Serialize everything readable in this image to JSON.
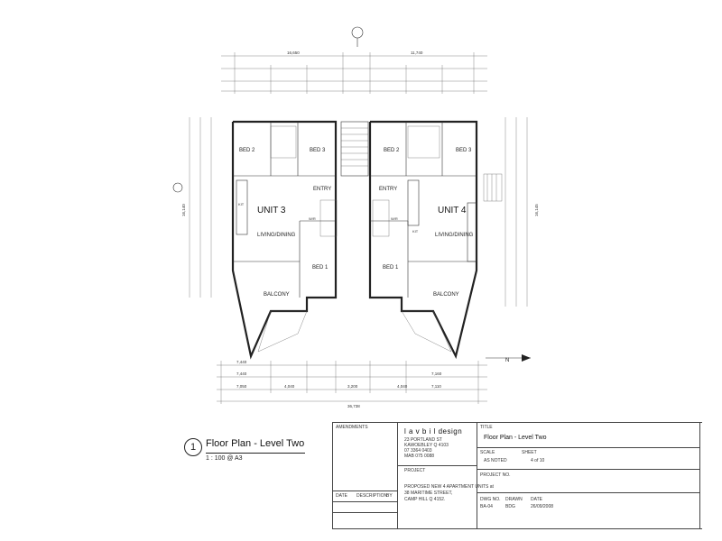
{
  "plan": {
    "number": "1",
    "title": "Floor Plan - Level Two",
    "scale": "1 : 100 @ A3",
    "rooms": {
      "unit3": "UNIT 3",
      "unit4": "UNIT 4",
      "living_dining": "LIVING/DINING",
      "bed1": "BED 1",
      "bed2": "BED 2",
      "bed3": "BED 3",
      "balcony": "BALCONY",
      "entry": "ENTRY",
      "kit": "KIT",
      "wir": "W/R"
    },
    "dims_top": [
      "16,650",
      "11,740"
    ],
    "dims_bottom_total": "36,738",
    "dims_bottom": [
      "7,440",
      "7,440",
      "7,050",
      "4,040",
      "3,200",
      "4,040",
      "7,160",
      "7,110"
    ],
    "dims_right": "16,145",
    "dims_left": "16,140",
    "compass": "N"
  },
  "title_block": {
    "amendments_label": "AMENDMENTS",
    "firm": "l a v b i l design",
    "firm_lines": [
      "23 PORTLAND ST",
      "KAWOEBLEY Q 4103",
      "07 3364 0403",
      "MAB 075 0088"
    ],
    "project_label": "PROJECT",
    "project_lines": [
      "PROPOSED NEW 4 APARTMENT UNITS at",
      "38 MARITIME STREET,",
      "CAMP HILL Q 4152."
    ],
    "title_label": "TITLE",
    "title_value": "Floor Plan - Level Two",
    "scale_label": "SCALE",
    "scale_value": "AS NOTED",
    "sheet_label": "SHEET",
    "sheet_value": "4 of 10",
    "project_no_label": "PROJECT NO.",
    "dwg_no_label": "DWG NO.",
    "drawn_label": "DRAWN",
    "date_label": "DATE",
    "dwg_no_value": "BA-04",
    "drawn_value": "BDG",
    "date_value": "26/09/2008",
    "issue_date_label": "DATE",
    "issue_label": "DESCRIPTION",
    "issue_by_label": "BY"
  }
}
